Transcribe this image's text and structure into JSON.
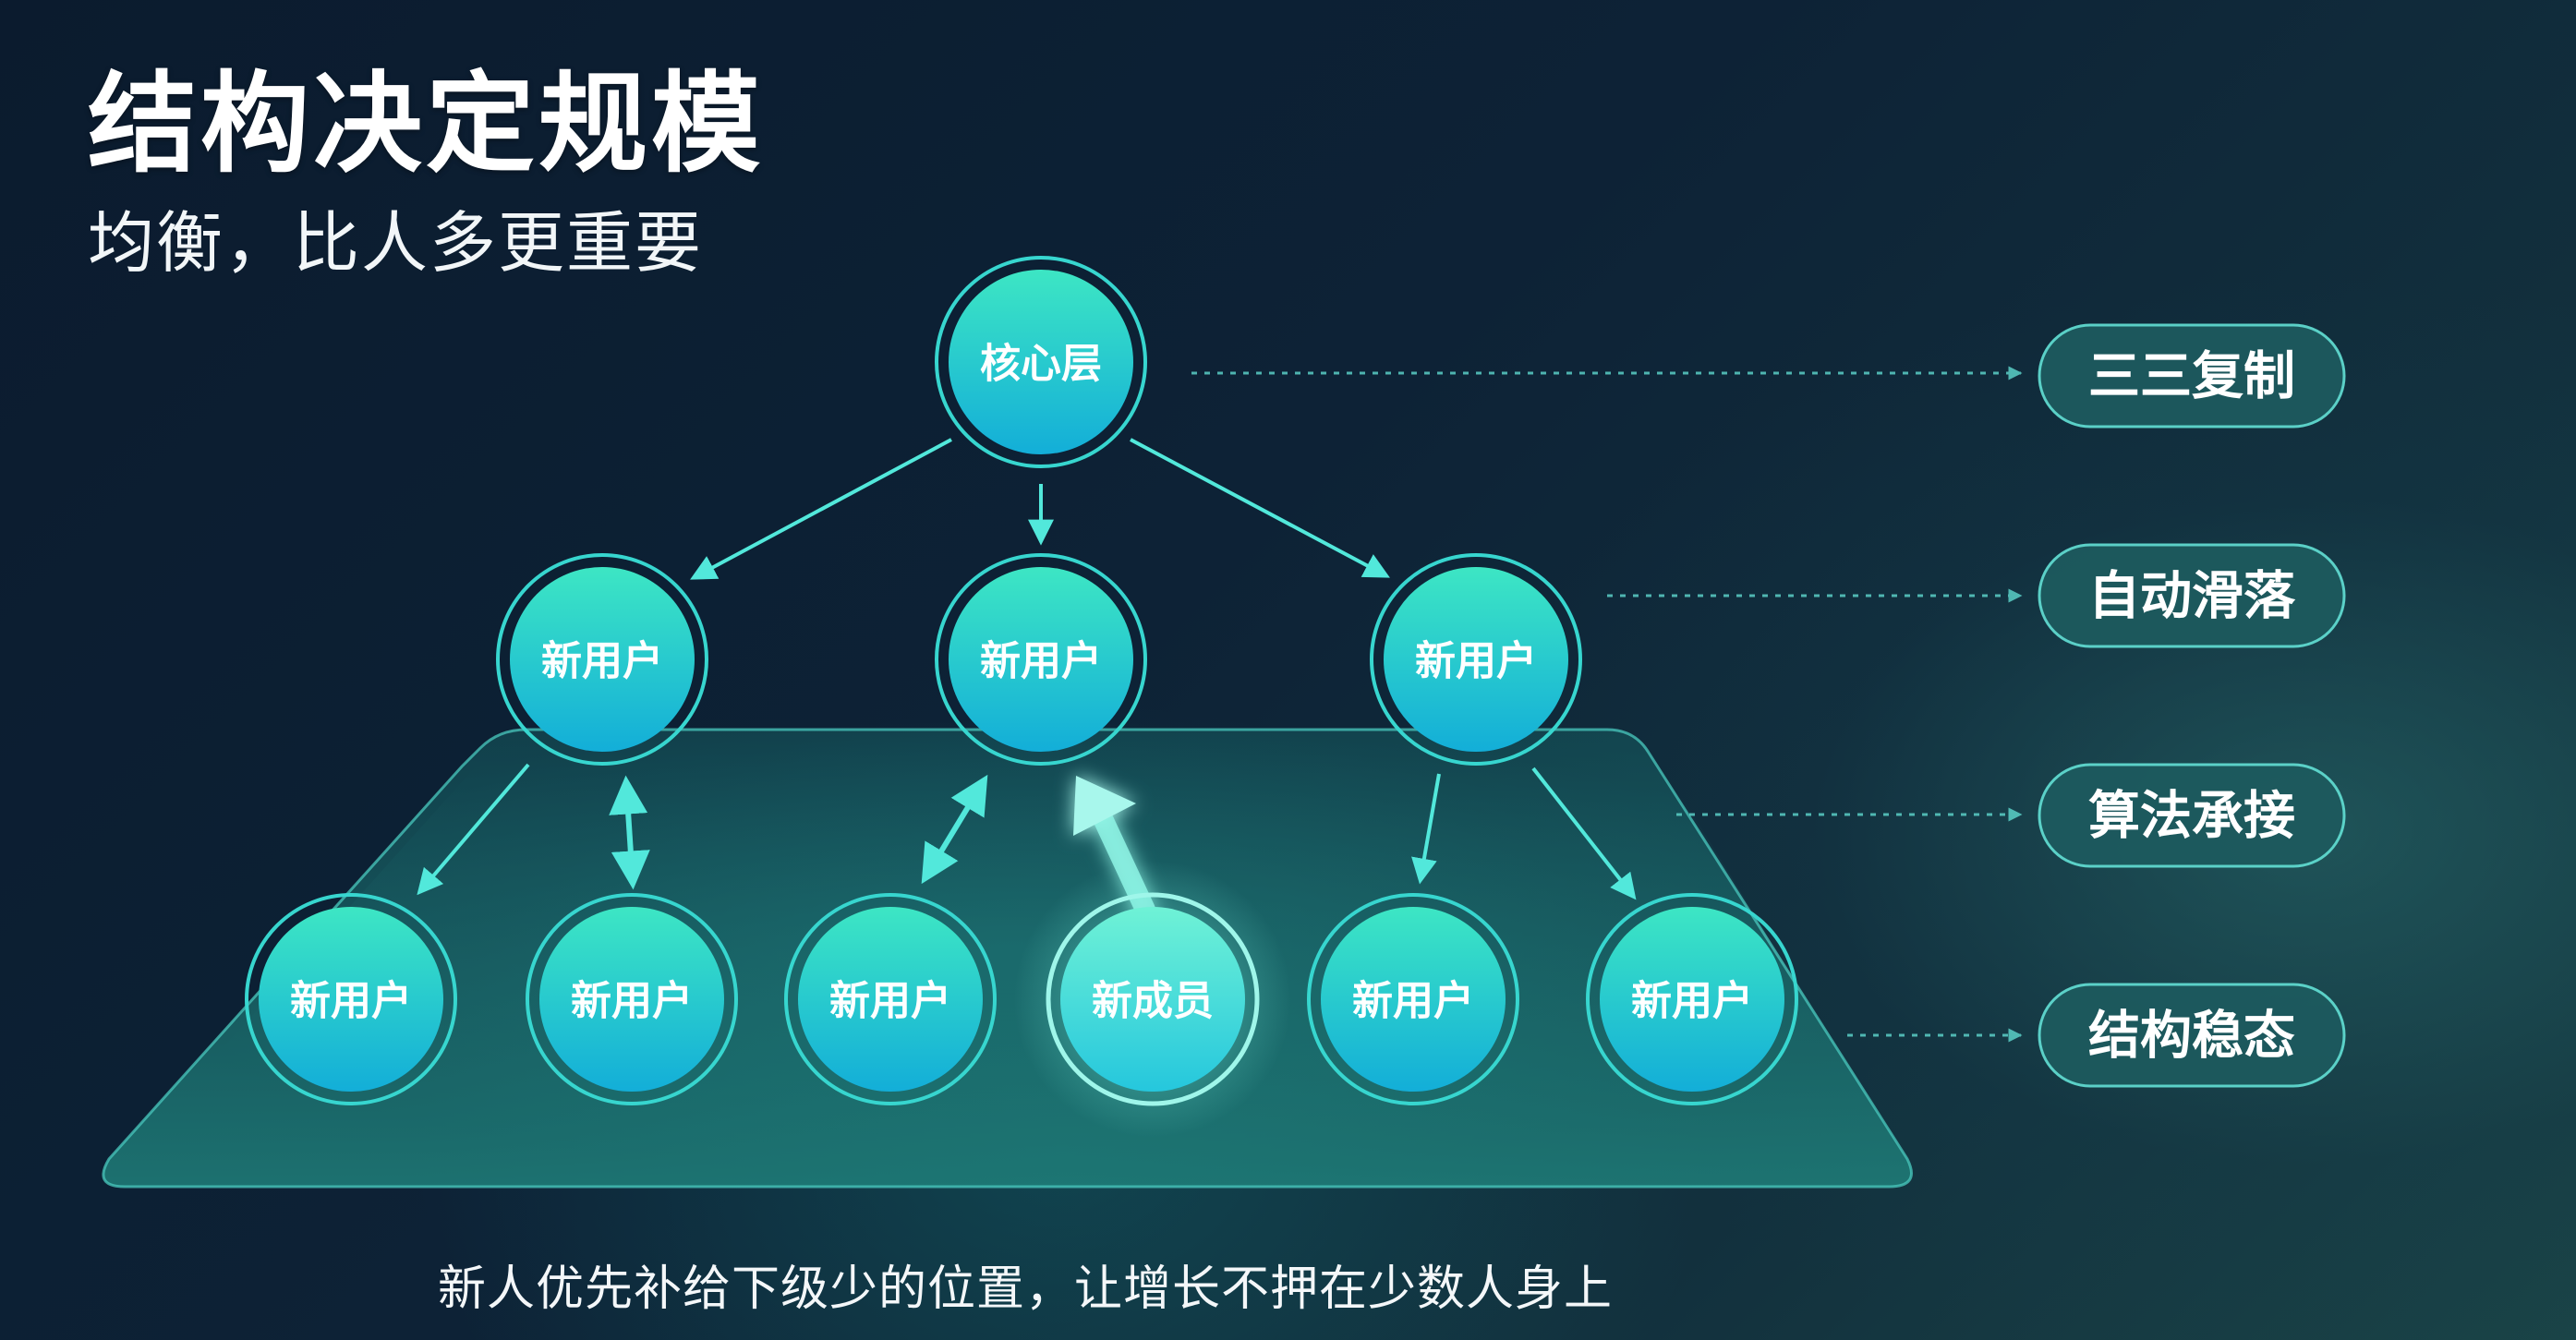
{
  "header": {
    "title": "结构决定规模",
    "subtitle": "均衡，比人多更重要"
  },
  "nodes": {
    "core": "核心层",
    "mid": [
      "新用户",
      "新用户",
      "新用户"
    ],
    "bottom": [
      "新用户",
      "新用户",
      "新用户",
      "新成员",
      "新用户",
      "新用户"
    ]
  },
  "stages": [
    "三三复制",
    "自动滑落",
    "算法承接",
    "结构稳态"
  ],
  "caption": "新人优先补给下级少的位置，让增长不押在少数人身上",
  "colors": {
    "node_top": "#39e0c6",
    "node_bottom": "#18b6d6",
    "ring": "#37d6cf",
    "arrow": "#4fe6da",
    "pill_fill": "#1d5a5e",
    "pill_stroke": "#5fd9cf",
    "platform": "#1c6b6c"
  }
}
